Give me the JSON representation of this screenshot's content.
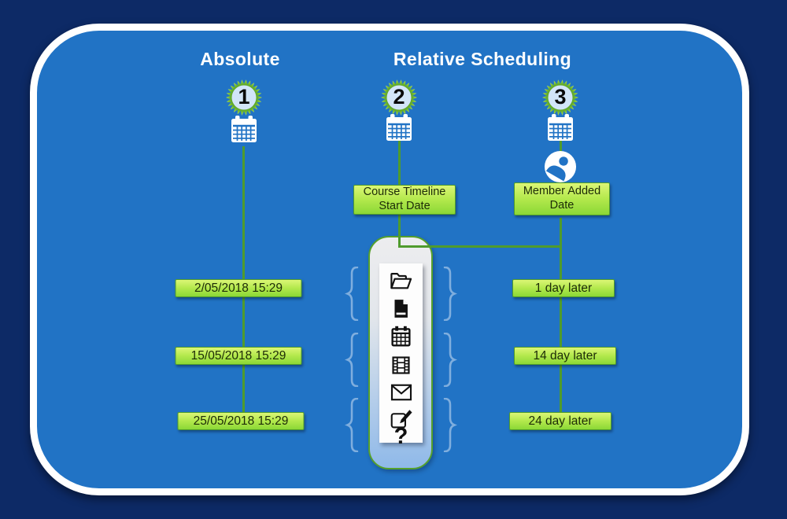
{
  "titles": {
    "absolute": "Absolute",
    "relative": "Relative Scheduling"
  },
  "columns": {
    "absolute": {
      "badge": "1",
      "events": [
        "2/05/2018 15:29",
        "15/05/2018 15:29",
        "25/05/2018 15:29"
      ]
    },
    "course": {
      "badge": "2",
      "label": "Course Timeline Start Date"
    },
    "member": {
      "badge": "3",
      "label": "Member Added Date",
      "events": [
        "1 day later",
        "14 day later",
        "24 day later"
      ]
    }
  },
  "action_icons": [
    "open-folder-icon",
    "document-icon",
    "calendar-icon",
    "film-strip-icon",
    "envelope-icon",
    "compose-icon",
    "question-icon"
  ],
  "glyphs": {
    "question": "?"
  },
  "colors": {
    "background_navy": "#0d2a66",
    "board_blue": "#2173c5",
    "border_white": "#ffffff",
    "connector_green": "#4f9b2d",
    "box_gradient_top": "#dbf676",
    "box_gradient_bottom": "#8bd836",
    "box_border": "#4f9b2d",
    "box_text": "#1d2b07",
    "badge_center": "#d2e5f8",
    "brace_blue": "#7faede",
    "panel_top": "#ededef",
    "panel_bottom": "#8fb9e9",
    "panel_border": "#55a02c"
  }
}
